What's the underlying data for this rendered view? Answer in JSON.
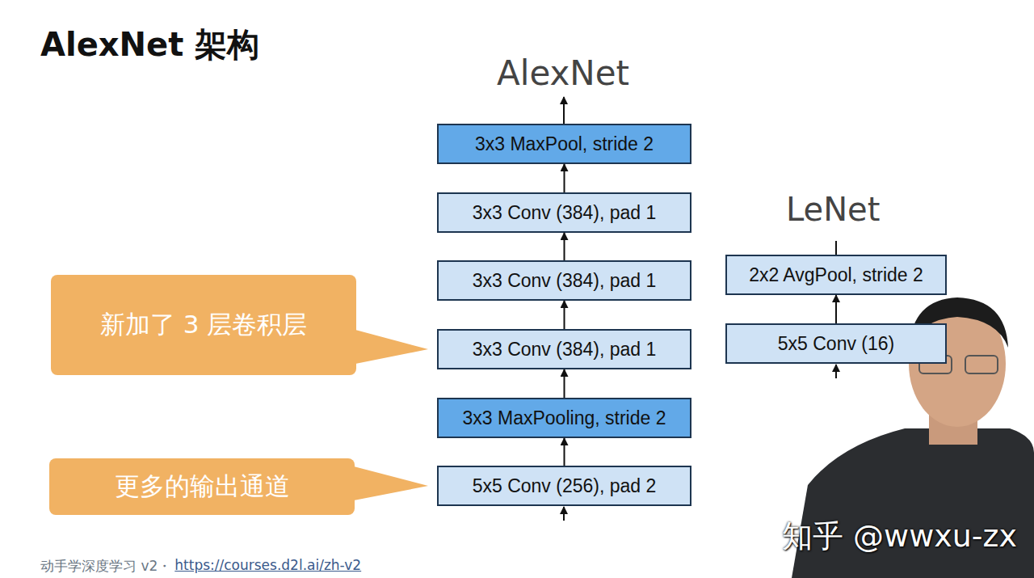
{
  "diagram": {
    "title": "AlexNet 架构",
    "nodes": [
      {
        "text": [
          "3x3 MaxPool, stride 2"
        ]
      },
      {
        "text": [
          "3x3 Conv (384), pad 1"
        ]
      },
      {
        "text": [
          "3x3 Conv (384), pad 1"
        ]
      },
      {
        "text": [
          "3x3 Conv (384), pad 1"
        ]
      },
      {
        "text": [
          "3x3 MaxPooling, stride 2"
        ]
      },
      {
        "text": [
          "5x5 Conv (256), pad 2"
        ]
      },
      {
        "text": [
          "2x2 AvgPool, stride 2"
        ]
      },
      {
        "text": [
          "5x5 Conv (16)"
        ]
      },
      {
        "text": [
          "新加了 3 层卷积层"
        ]
      },
      {
        "text": [
          "更多的输出通道"
        ]
      }
    ],
    "edges": [
      {
        "from": 5,
        "to": 4,
        "arrow": "to"
      },
      {
        "from": 4,
        "to": 3,
        "arrow": "to"
      },
      {
        "from": 3,
        "to": 2,
        "arrow": "to"
      },
      {
        "from": 2,
        "to": 1,
        "arrow": "to"
      },
      {
        "from": 1,
        "to": 0,
        "arrow": "to"
      },
      {
        "from": 7,
        "to": 6,
        "arrow": "to"
      },
      {
        "from": 8,
        "to": 3,
        "arrow": "none"
      },
      {
        "from": 9,
        "to": 5,
        "arrow": "none"
      }
    ],
    "labels": [
      "AlexNet",
      "LeNet",
      "动手学深度学习 v2・",
      "https://courses.d2l.ai/zh-v2",
      "知乎 @wwxu-zx"
    ]
  }
}
